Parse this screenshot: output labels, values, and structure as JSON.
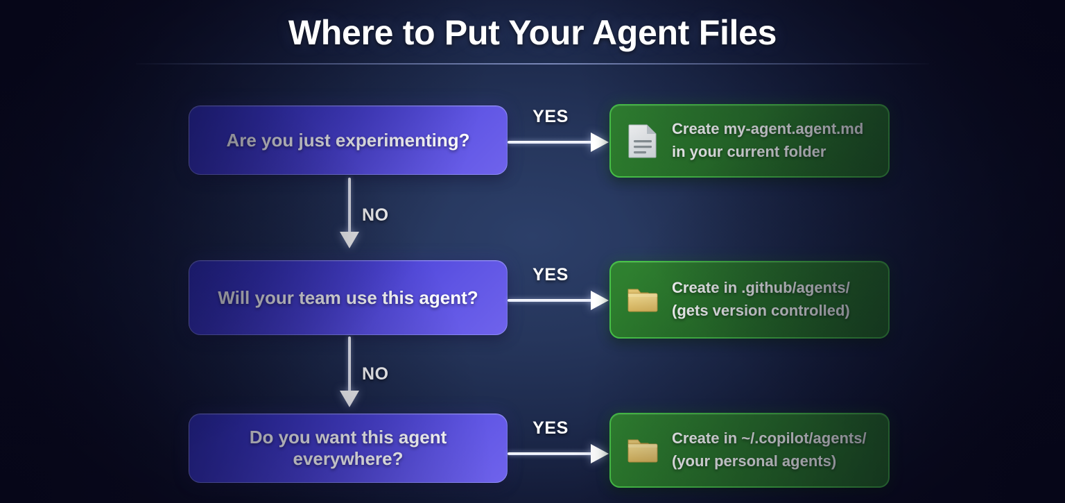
{
  "page": {
    "title": "Where to Put Your Agent Files"
  },
  "colors": {
    "background_dark": "#0b0b20",
    "background_center": "#2c3f69",
    "decision_gradient_start": "#2f2fbd",
    "decision_gradient_end": "#6f63ec",
    "decision_border": "#adb2ff",
    "result_fill": "#2b7a2c",
    "result_border": "#48c248",
    "arrow": "#ffffff",
    "folder_icon": "#e8c86a",
    "document_icon": "#eceff1",
    "text": "#ffffff"
  },
  "flow": {
    "steps": [
      {
        "decision": {
          "label": "Are you just experimenting?"
        },
        "branch_yes_label": "YES",
        "branch_no_label": "NO",
        "result": {
          "icon": "document-icon",
          "line1": "Create my-agent.agent.md",
          "line2": "in your current folder"
        }
      },
      {
        "decision": {
          "label": "Will your team use this agent?"
        },
        "branch_yes_label": "YES",
        "branch_no_label": "NO",
        "result": {
          "icon": "folder-icon",
          "line1": "Create in .github/agents/",
          "line2": "(gets version controlled)"
        }
      },
      {
        "decision": {
          "label": "Do you want this agent everywhere?"
        },
        "branch_yes_label": "YES",
        "branch_no_label": null,
        "result": {
          "icon": "folder-icon",
          "line1": "Create in ~/.copilot/agents/",
          "line2": "(your personal agents)"
        }
      }
    ]
  }
}
